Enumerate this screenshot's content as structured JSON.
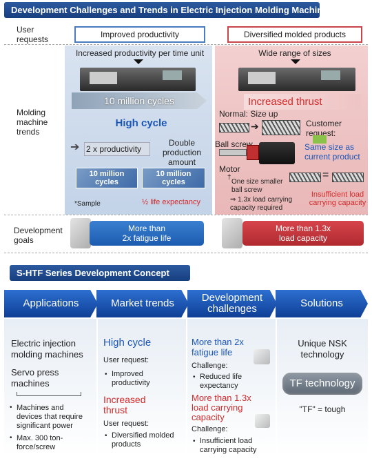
{
  "top": {
    "title": "Development Challenges and Trends in Electric Injection Molding Machines",
    "row_labels": {
      "user_requests": "User\nrequests",
      "molding_trends": "Molding\nmachine\ntrends",
      "development_goals": "Development\ngoals"
    },
    "left": {
      "header": "Improved productivity",
      "subtitle": "Increased productivity per time unit",
      "cycles_banner": "10 million cycles",
      "high_cycle": "High cycle",
      "productivity_x2": "2 x productivity",
      "double_amount": "Double\nproduction\namount",
      "photo1": "10 million\ncycles",
      "photo2": "10 million\ncycles",
      "sample_note": "*Sample",
      "half_life": "½ life expectancy",
      "goal": "More than\n2x fatigue life"
    },
    "right": {
      "header": "Diversified molded products",
      "subtitle": "Wide range of sizes",
      "increased_thrust": "Increased thrust",
      "normal_size_up": "Normal: Size up",
      "ball_screw": "Ball screw",
      "motor": "Motor",
      "one_size_smaller": "One size smaller\nball screw",
      "load_required": "⇒ 1.3x load carrying\ncapacity required",
      "customer_request": "Customer\nrequest:",
      "same_size": "Same size as\ncurrent product",
      "insufficient": "Insufficient load\ncarrying capacity",
      "goal": "More than 1.3x\nload capacity"
    }
  },
  "bottom": {
    "title": "S-HTF Series Development Concept",
    "headers": [
      "Applications",
      "Market trends",
      "Development\nchallenges",
      "Solutions"
    ],
    "applications": {
      "item1": "Electric injection\nmolding machines",
      "item2": "Servo press\nmachines",
      "bullet1": "Machines and\ndevices that require\nsignificant power",
      "bullet2": "Max. 300 ton-\nforce/screw"
    },
    "market": {
      "high_cycle": "High cycle",
      "user_request1": "User request:",
      "bullet1": "Improved\nproductivity",
      "increased_thrust": "Increased\nthrust",
      "user_request2": "User request:",
      "bullet2": "Diversified molded\nproducts"
    },
    "challenges": {
      "title1": "More than 2x\nfatigue life",
      "challenge1": "Challenge:",
      "bullet1": "Reduced life\nexpectancy",
      "title2": "More than 1.3x\nload carrying\ncapacity",
      "challenge2": "Challenge:",
      "bullet2": "Insufficient load\ncarrying capacity"
    },
    "solutions": {
      "line": "Unique NSK\ntechnology",
      "pill": "TF technology",
      "note": "\"TF\" = tough"
    }
  }
}
